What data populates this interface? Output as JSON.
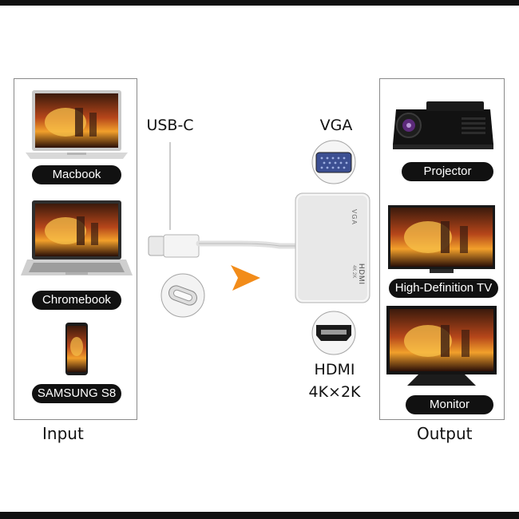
{
  "input": {
    "caption": "Input",
    "devices": [
      {
        "label": "Macbook",
        "icon": "laptop-icon"
      },
      {
        "label": "Chromebook",
        "icon": "laptop-icon"
      },
      {
        "label": "SAMSUNG S8",
        "icon": "smartphone-icon"
      }
    ]
  },
  "output": {
    "caption": "Output",
    "devices": [
      {
        "label": "Projector",
        "icon": "projector-icon"
      },
      {
        "label": "High-Definition TV",
        "icon": "tv-icon"
      },
      {
        "label": "Monitor",
        "icon": "monitor-icon"
      }
    ]
  },
  "connector": {
    "usb_label": "USB-C",
    "vga_label": "VGA",
    "hdmi_label": "HDMI",
    "hdmi_resolution": "4K×2K",
    "hub_vga_text": "VGA",
    "hub_hdmi_text": "HDMI",
    "hub_hdmi_small": "4K 2K"
  },
  "colors": {
    "arrow": "#f28c1a",
    "pill": "#111111",
    "hub": "#e6e6e6",
    "vga_port": "#4b5fa8"
  }
}
